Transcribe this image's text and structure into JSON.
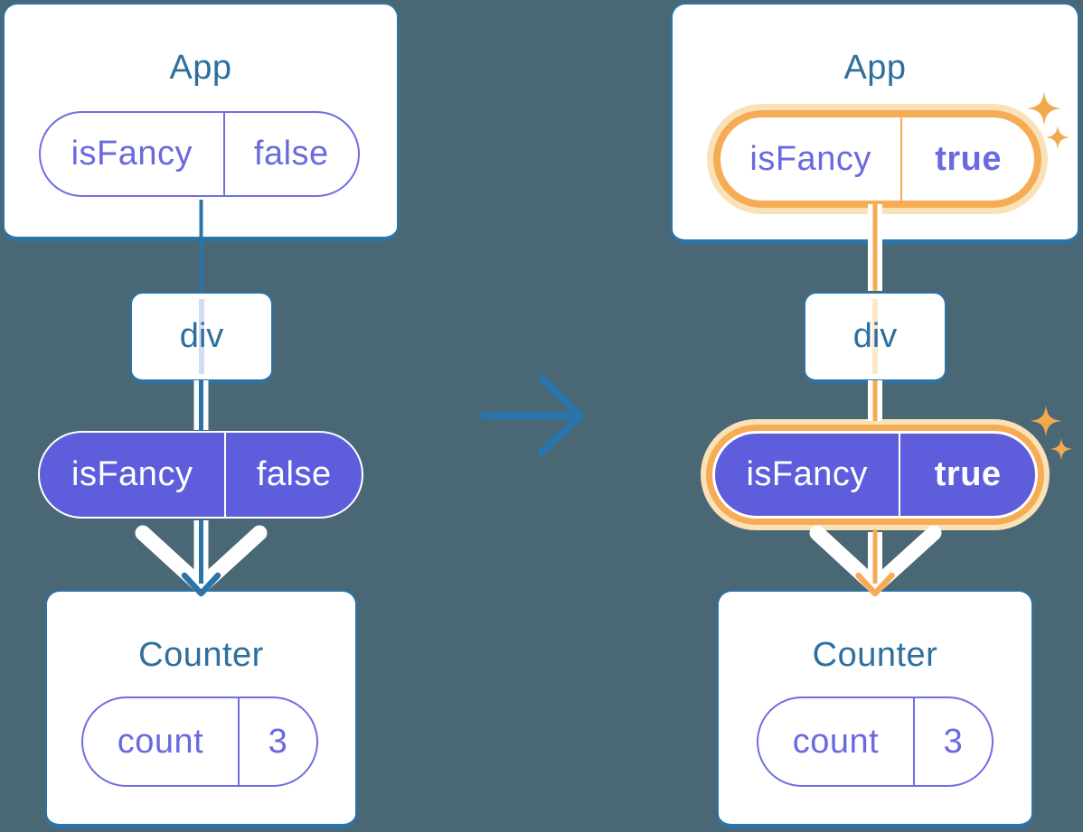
{
  "colors": {
    "background": "#4A6775",
    "box_border": "#2B74A9",
    "title_text": "#2E6F9E",
    "purple_text": "#6A6AE0",
    "purple_fill": "#5E5EDD",
    "pill_border": "#6E6EE2",
    "white": "#FFFFFF",
    "orange": "#F5AC55",
    "orange_halo": "#FAE2B8",
    "sparkle_orange": "#F2A94C",
    "left_tint": "#D3DCF2",
    "right_tint": "#FCE8CB"
  },
  "before": {
    "app": {
      "title": "App",
      "state_pill": {
        "key": "isFancy",
        "value": "false"
      }
    },
    "div_label": "div",
    "prop_pill": {
      "key": "isFancy",
      "value": "false"
    },
    "counter": {
      "title": "Counter",
      "state_pill": {
        "key": "count",
        "value": "3"
      }
    }
  },
  "after": {
    "app": {
      "title": "App",
      "state_pill": {
        "key": "isFancy",
        "value": "true"
      }
    },
    "div_label": "div",
    "prop_pill": {
      "key": "isFancy",
      "value": "true"
    },
    "counter": {
      "title": "Counter",
      "state_pill": {
        "key": "count",
        "value": "3"
      }
    }
  },
  "icons": {
    "transition": "arrow-right-icon",
    "pass_down": "arrow-down-icon",
    "highlight": "sparkles-icon"
  }
}
